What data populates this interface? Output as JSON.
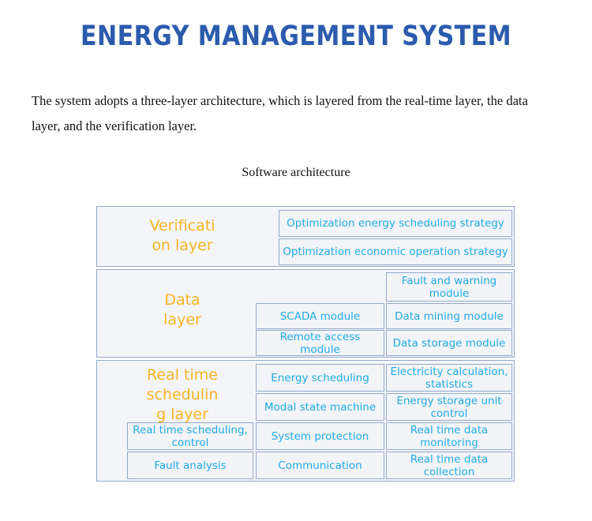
{
  "page": {
    "title": "ENERGY MANAGEMENT SYSTEM",
    "title_color": "#2B5BAD",
    "intro": "The system adopts a three-layer architecture, which is layered from the real-time layer, the data layer, and the verification layer.",
    "figure_caption": "Software architecture",
    "background_color": "#FFFFFF"
  },
  "diagram": {
    "label_color": "#F5B324",
    "box_text_color": "#21ABE3",
    "box_border_color": "#93A9CB",
    "box_fill_color": "#F2F4F8",
    "layer_fill_color": "#F4F5F8",
    "layers": [
      {
        "id": "verification-layer",
        "label": "Verificati\non layer",
        "rows": [
          {
            "boxes": [
              {
                "label": "Optimization energy scheduling strategy",
                "span": "col2-col3"
              }
            ]
          },
          {
            "boxes": [
              {
                "label": "Optimization economic operation strategy",
                "span": "col2-col3"
              }
            ]
          }
        ]
      },
      {
        "id": "data-layer",
        "label": "Data\nlayer",
        "rows": [
          {
            "boxes": [
              {
                "label": "Fault and warning module",
                "span": "col3"
              }
            ]
          },
          {
            "boxes": [
              {
                "label": "SCADA module",
                "span": "col2"
              },
              {
                "label": "Data mining module",
                "span": "col3"
              }
            ]
          },
          {
            "boxes": [
              {
                "label": "Remote access module",
                "span": "col2"
              },
              {
                "label": "Data storage module",
                "span": "col3"
              }
            ]
          }
        ]
      },
      {
        "id": "real-time-scheduling-layer",
        "label": "Real time\nschedulin\ng layer",
        "rows": [
          {
            "boxes": [
              {
                "label": "Energy scheduling",
                "span": "col2"
              },
              {
                "label": "Electricity calculation, statistics",
                "span": "col3"
              }
            ]
          },
          {
            "boxes": [
              {
                "label": "Modal state machine",
                "span": "col2"
              },
              {
                "label": "Energy storage unit control",
                "span": "col3"
              }
            ]
          },
          {
            "boxes": [
              {
                "label": "Real time scheduling, control",
                "span": "col1"
              },
              {
                "label": "System protection",
                "span": "col2"
              },
              {
                "label": "Real time data monitoring",
                "span": "col3"
              }
            ]
          },
          {
            "boxes": [
              {
                "label": "Fault analysis",
                "span": "col1"
              },
              {
                "label": "Communication",
                "span": "col2"
              },
              {
                "label": "Real time data collection",
                "span": "col3"
              }
            ]
          }
        ]
      }
    ]
  }
}
